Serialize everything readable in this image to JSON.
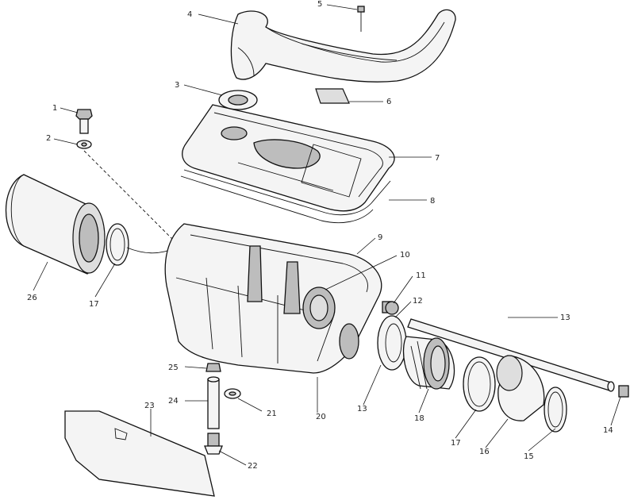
{
  "callouts": {
    "c1": "1",
    "c2": "2",
    "c3": "3",
    "c4": "4",
    "c5": "5",
    "c6": "6",
    "c7": "7",
    "c8": "8",
    "c9": "9",
    "c10": "10",
    "c11": "11",
    "c12": "12",
    "c13": "13",
    "c13b": "13",
    "c14": "14",
    "c15": "15",
    "c16": "16",
    "c17": "17",
    "c17b": "17",
    "c18": "18",
    "c20": "20",
    "c21": "21",
    "c22": "22",
    "c23": "23",
    "c24": "24",
    "c25": "25",
    "c26": "26"
  }
}
